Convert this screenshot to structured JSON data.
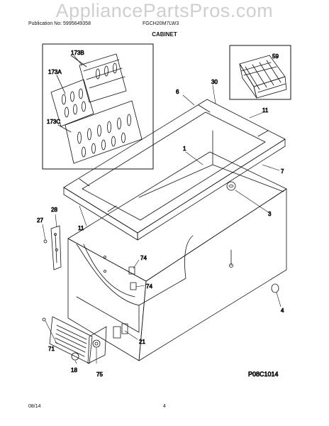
{
  "watermark": "AppliancePartsPros.com",
  "header": {
    "publication": "Publication No: 5995649358",
    "model": "FGCH20M7LW3",
    "section": "CABINET"
  },
  "callouts": {
    "c173b": "173B",
    "c173a": "173A",
    "c173c": "173C",
    "c59": "59",
    "c30": "30",
    "c6": "6",
    "c11a": "11",
    "c1": "1",
    "c7": "7",
    "c3": "3",
    "c28": "28",
    "c27": "27",
    "c11b": "11",
    "c74a": "74",
    "c74b": "74",
    "c4": "4",
    "c21": "21",
    "c71": "71",
    "c18": "18",
    "c75": "75"
  },
  "diagram_code": "P08C1014",
  "footer": {
    "date": "08/14",
    "page": "4"
  }
}
